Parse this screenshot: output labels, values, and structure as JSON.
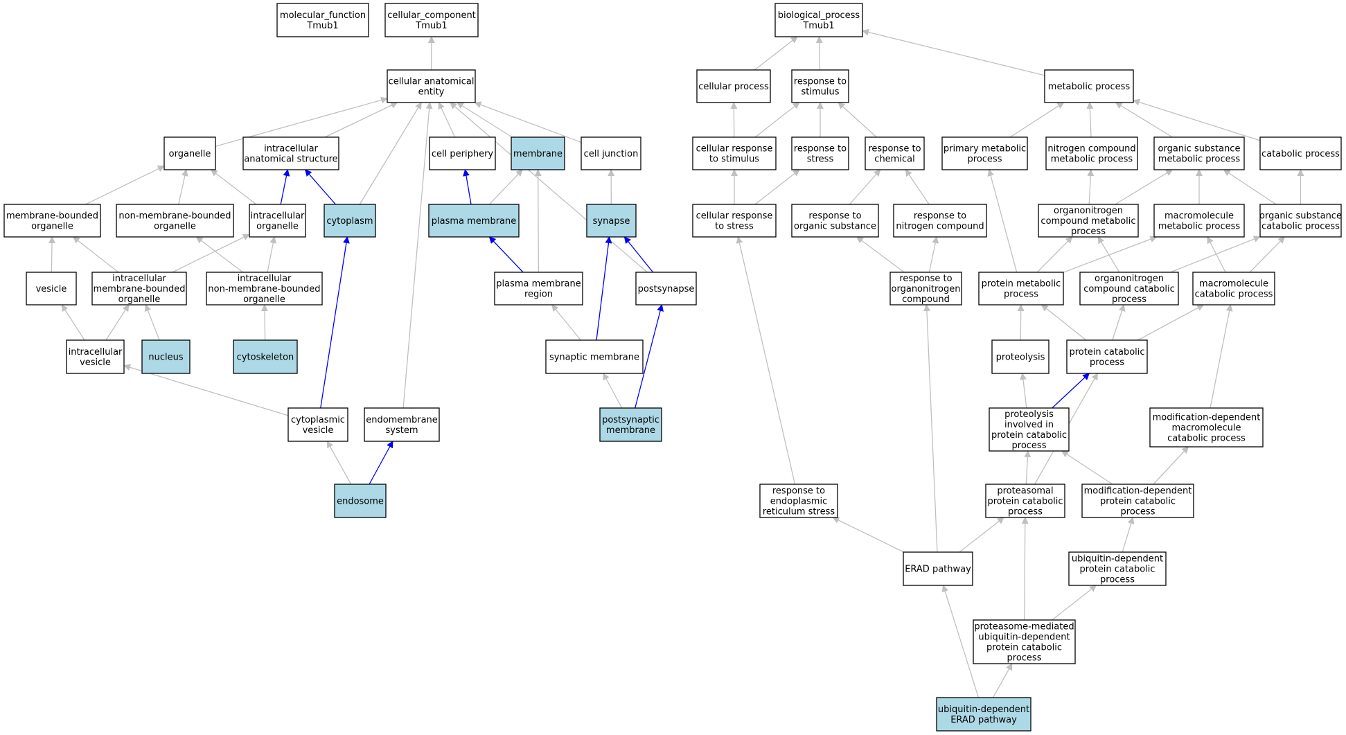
{
  "colors": {
    "highlight_fill": "#add8e6",
    "default_fill": "#ffffff",
    "edge_gray": "#c0c0c0",
    "edge_blue": "#0000ff",
    "border": "#000000"
  },
  "nodes": [
    {
      "id": "mf",
      "lines": [
        "molecular_function",
        "Tmub1"
      ],
      "highlight": false
    },
    {
      "id": "cc",
      "lines": [
        "cellular_component",
        "Tmub1"
      ],
      "highlight": false
    },
    {
      "id": "bp",
      "lines": [
        "biological_process",
        "Tmub1"
      ],
      "highlight": false
    },
    {
      "id": "cae",
      "lines": [
        "cellular anatomical",
        "entity"
      ],
      "highlight": false
    },
    {
      "id": "organelle",
      "lines": [
        "organelle"
      ],
      "highlight": false
    },
    {
      "id": "ias",
      "lines": [
        "intracellular",
        "anatomical structure"
      ],
      "highlight": false
    },
    {
      "id": "cellper",
      "lines": [
        "cell periphery"
      ],
      "highlight": false
    },
    {
      "id": "membrane",
      "lines": [
        "membrane"
      ],
      "highlight": true
    },
    {
      "id": "celljunc",
      "lines": [
        "cell junction"
      ],
      "highlight": false
    },
    {
      "id": "mbo",
      "lines": [
        "membrane-bounded",
        "organelle"
      ],
      "highlight": false
    },
    {
      "id": "nmbo",
      "lines": [
        "non-membrane-bounded",
        "organelle"
      ],
      "highlight": false
    },
    {
      "id": "io",
      "lines": [
        "intracellular",
        "organelle"
      ],
      "highlight": false
    },
    {
      "id": "cytoplasm",
      "lines": [
        "cytoplasm"
      ],
      "highlight": true
    },
    {
      "id": "pm",
      "lines": [
        "plasma membrane"
      ],
      "highlight": true
    },
    {
      "id": "synapse",
      "lines": [
        "synapse"
      ],
      "highlight": true
    },
    {
      "id": "vesicle",
      "lines": [
        "vesicle"
      ],
      "highlight": false
    },
    {
      "id": "imbo",
      "lines": [
        "intracellular",
        "membrane-bounded",
        "organelle"
      ],
      "highlight": false
    },
    {
      "id": "inmbo",
      "lines": [
        "intracellular",
        "non-membrane-bounded",
        "organelle"
      ],
      "highlight": false
    },
    {
      "id": "pmr",
      "lines": [
        "plasma membrane",
        "region"
      ],
      "highlight": false
    },
    {
      "id": "postsyn",
      "lines": [
        "postsynapse"
      ],
      "highlight": false
    },
    {
      "id": "iv",
      "lines": [
        "intracellular",
        "vesicle"
      ],
      "highlight": false
    },
    {
      "id": "nucleus",
      "lines": [
        "nucleus"
      ],
      "highlight": true
    },
    {
      "id": "cytoskel",
      "lines": [
        "cytoskeleton"
      ],
      "highlight": true
    },
    {
      "id": "synmem",
      "lines": [
        "synaptic membrane"
      ],
      "highlight": false
    },
    {
      "id": "cytves",
      "lines": [
        "cytoplasmic",
        "vesicle"
      ],
      "highlight": false
    },
    {
      "id": "endomem",
      "lines": [
        "endomembrane",
        "system"
      ],
      "highlight": false
    },
    {
      "id": "psm",
      "lines": [
        "postsynaptic",
        "membrane"
      ],
      "highlight": true
    },
    {
      "id": "endosome",
      "lines": [
        "endosome"
      ],
      "highlight": true
    },
    {
      "id": "cellproc",
      "lines": [
        "cellular process"
      ],
      "highlight": false
    },
    {
      "id": "rts",
      "lines": [
        "response to",
        "stimulus"
      ],
      "highlight": false
    },
    {
      "id": "metproc",
      "lines": [
        "metabolic process"
      ],
      "highlight": false
    },
    {
      "id": "crs",
      "lines": [
        "cellular response",
        "to stimulus"
      ],
      "highlight": false
    },
    {
      "id": "rtstress",
      "lines": [
        "response to",
        "stress"
      ],
      "highlight": false
    },
    {
      "id": "rtchem",
      "lines": [
        "response to",
        "chemical"
      ],
      "highlight": false
    },
    {
      "id": "primmet",
      "lines": [
        "primary metabolic",
        "process"
      ],
      "highlight": false
    },
    {
      "id": "nitmet",
      "lines": [
        "nitrogen compound",
        "metabolic process"
      ],
      "highlight": false
    },
    {
      "id": "orgsubmet",
      "lines": [
        "organic substance",
        "metabolic process"
      ],
      "highlight": false
    },
    {
      "id": "catproc",
      "lines": [
        "catabolic process"
      ],
      "highlight": false
    },
    {
      "id": "crstress",
      "lines": [
        "cellular response",
        "to stress"
      ],
      "highlight": false
    },
    {
      "id": "rtos",
      "lines": [
        "response to",
        "organic substance"
      ],
      "highlight": false
    },
    {
      "id": "rtnc",
      "lines": [
        "response to",
        "nitrogen compound"
      ],
      "highlight": false
    },
    {
      "id": "onmet",
      "lines": [
        "organonitrogen",
        "compound metabolic",
        "process"
      ],
      "highlight": false
    },
    {
      "id": "macmet",
      "lines": [
        "macromolecule",
        "metabolic process"
      ],
      "highlight": false
    },
    {
      "id": "oscat",
      "lines": [
        "organic substance",
        "catabolic process"
      ],
      "highlight": false
    },
    {
      "id": "rtonc",
      "lines": [
        "response to",
        "organonitrogen",
        "compound"
      ],
      "highlight": false
    },
    {
      "id": "protmet",
      "lines": [
        "protein metabolic",
        "process"
      ],
      "highlight": false
    },
    {
      "id": "oncat",
      "lines": [
        "organonitrogen",
        "compound catabolic",
        "process"
      ],
      "highlight": false
    },
    {
      "id": "maccat",
      "lines": [
        "macromolecule",
        "catabolic process"
      ],
      "highlight": false
    },
    {
      "id": "proteolysis",
      "lines": [
        "proteolysis"
      ],
      "highlight": false
    },
    {
      "id": "protcat",
      "lines": [
        "protein catabolic",
        "process"
      ],
      "highlight": false
    },
    {
      "id": "pipcp",
      "lines": [
        "proteolysis",
        "involved in",
        "protein catabolic",
        "process"
      ],
      "highlight": false
    },
    {
      "id": "mdmcp",
      "lines": [
        "modification-dependent",
        "macromolecule",
        "catabolic process"
      ],
      "highlight": false
    },
    {
      "id": "rters",
      "lines": [
        "response to",
        "endoplasmic",
        "reticulum stress"
      ],
      "highlight": false
    },
    {
      "id": "ppcp",
      "lines": [
        "proteasomal",
        "protein catabolic",
        "process"
      ],
      "highlight": false
    },
    {
      "id": "mdpcp",
      "lines": [
        "modification-dependent",
        "protein catabolic",
        "process"
      ],
      "highlight": false
    },
    {
      "id": "erad",
      "lines": [
        "ERAD pathway"
      ],
      "highlight": false
    },
    {
      "id": "udpcp",
      "lines": [
        "ubiquitin-dependent",
        "protein catabolic",
        "process"
      ],
      "highlight": false
    },
    {
      "id": "pmudpcp",
      "lines": [
        "proteasome-mediated",
        "ubiquitin-dependent",
        "protein catabolic",
        "process"
      ],
      "highlight": false
    },
    {
      "id": "uderad",
      "lines": [
        "ubiquitin-dependent",
        "ERAD pathway"
      ],
      "highlight": true
    }
  ],
  "edges": [
    {
      "from": "cae",
      "to": "cc",
      "color": "gray"
    },
    {
      "from": "organelle",
      "to": "cae",
      "color": "gray"
    },
    {
      "from": "ias",
      "to": "cae",
      "color": "gray"
    },
    {
      "from": "cytoplasm",
      "to": "cae",
      "color": "gray"
    },
    {
      "from": "endomem",
      "to": "cae",
      "color": "gray"
    },
    {
      "from": "cellper",
      "to": "cae",
      "color": "gray"
    },
    {
      "from": "membrane",
      "to": "cae",
      "color": "gray"
    },
    {
      "from": "celljunc",
      "to": "cae",
      "color": "gray"
    },
    {
      "from": "postsyn",
      "to": "cae",
      "color": "gray"
    },
    {
      "from": "mbo",
      "to": "organelle",
      "color": "gray"
    },
    {
      "from": "nmbo",
      "to": "organelle",
      "color": "gray"
    },
    {
      "from": "io",
      "to": "organelle",
      "color": "gray"
    },
    {
      "from": "io",
      "to": "ias",
      "color": "blue"
    },
    {
      "from": "cytoplasm",
      "to": "ias",
      "color": "blue"
    },
    {
      "from": "pm",
      "to": "cellper",
      "color": "blue"
    },
    {
      "from": "pm",
      "to": "membrane",
      "color": "gray"
    },
    {
      "from": "pmr",
      "to": "membrane",
      "color": "gray"
    },
    {
      "from": "synapse",
      "to": "celljunc",
      "color": "gray"
    },
    {
      "from": "vesicle",
      "to": "mbo",
      "color": "gray"
    },
    {
      "from": "imbo",
      "to": "mbo",
      "color": "gray"
    },
    {
      "from": "imbo",
      "to": "io",
      "color": "gray"
    },
    {
      "from": "inmbo",
      "to": "nmbo",
      "color": "gray"
    },
    {
      "from": "inmbo",
      "to": "io",
      "color": "gray"
    },
    {
      "from": "iv",
      "to": "vesicle",
      "color": "gray"
    },
    {
      "from": "iv",
      "to": "imbo",
      "color": "gray"
    },
    {
      "from": "nucleus",
      "to": "imbo",
      "color": "gray"
    },
    {
      "from": "cytoskel",
      "to": "inmbo",
      "color": "gray"
    },
    {
      "from": "cytves",
      "to": "iv",
      "color": "gray"
    },
    {
      "from": "cytves",
      "to": "cytoplasm",
      "color": "blue"
    },
    {
      "from": "endosome",
      "to": "cytves",
      "color": "gray"
    },
    {
      "from": "endosome",
      "to": "endomem",
      "color": "blue"
    },
    {
      "from": "pmr",
      "to": "pm",
      "color": "blue"
    },
    {
      "from": "synmem",
      "to": "pmr",
      "color": "gray"
    },
    {
      "from": "synmem",
      "to": "synapse",
      "color": "blue"
    },
    {
      "from": "postsyn",
      "to": "synapse",
      "color": "blue"
    },
    {
      "from": "psm",
      "to": "synmem",
      "color": "gray"
    },
    {
      "from": "psm",
      "to": "postsyn",
      "color": "blue"
    },
    {
      "from": "cellproc",
      "to": "bp",
      "color": "gray"
    },
    {
      "from": "rts",
      "to": "bp",
      "color": "gray"
    },
    {
      "from": "metproc",
      "to": "bp",
      "color": "gray"
    },
    {
      "from": "crs",
      "to": "cellproc",
      "color": "gray"
    },
    {
      "from": "crs",
      "to": "rts",
      "color": "gray"
    },
    {
      "from": "rtstress",
      "to": "rts",
      "color": "gray"
    },
    {
      "from": "rtchem",
      "to": "rts",
      "color": "gray"
    },
    {
      "from": "primmet",
      "to": "metproc",
      "color": "gray"
    },
    {
      "from": "nitmet",
      "to": "metproc",
      "color": "gray"
    },
    {
      "from": "orgsubmet",
      "to": "metproc",
      "color": "gray"
    },
    {
      "from": "catproc",
      "to": "metproc",
      "color": "gray"
    },
    {
      "from": "crstress",
      "to": "crs",
      "color": "gray"
    },
    {
      "from": "crstress",
      "to": "rtstress",
      "color": "gray"
    },
    {
      "from": "rtos",
      "to": "rtchem",
      "color": "gray"
    },
    {
      "from": "rtnc",
      "to": "rtchem",
      "color": "gray"
    },
    {
      "from": "onmet",
      "to": "nitmet",
      "color": "gray"
    },
    {
      "from": "onmet",
      "to": "orgsubmet",
      "color": "gray"
    },
    {
      "from": "macmet",
      "to": "orgsubmet",
      "color": "gray"
    },
    {
      "from": "oscat",
      "to": "orgsubmet",
      "color": "gray"
    },
    {
      "from": "oscat",
      "to": "catproc",
      "color": "gray"
    },
    {
      "from": "rtonc",
      "to": "rtos",
      "color": "gray"
    },
    {
      "from": "rtonc",
      "to": "rtnc",
      "color": "gray"
    },
    {
      "from": "protmet",
      "to": "primmet",
      "color": "gray"
    },
    {
      "from": "protmet",
      "to": "onmet",
      "color": "gray"
    },
    {
      "from": "protmet",
      "to": "macmet",
      "color": "gray"
    },
    {
      "from": "oncat",
      "to": "onmet",
      "color": "gray"
    },
    {
      "from": "oncat",
      "to": "oscat",
      "color": "gray"
    },
    {
      "from": "maccat",
      "to": "macmet",
      "color": "gray"
    },
    {
      "from": "maccat",
      "to": "oscat",
      "color": "gray"
    },
    {
      "from": "proteolysis",
      "to": "protmet",
      "color": "gray"
    },
    {
      "from": "protcat",
      "to": "protmet",
      "color": "gray"
    },
    {
      "from": "protcat",
      "to": "oncat",
      "color": "gray"
    },
    {
      "from": "protcat",
      "to": "maccat",
      "color": "gray"
    },
    {
      "from": "pipcp",
      "to": "proteolysis",
      "color": "gray"
    },
    {
      "from": "pipcp",
      "to": "protcat",
      "color": "blue"
    },
    {
      "from": "mdmcp",
      "to": "maccat",
      "color": "gray"
    },
    {
      "from": "rters",
      "to": "crstress",
      "color": "gray"
    },
    {
      "from": "ppcp",
      "to": "pipcp",
      "color": "gray"
    },
    {
      "from": "ppcp",
      "to": "protcat",
      "color": "gray"
    },
    {
      "from": "mdpcp",
      "to": "pipcp",
      "color": "gray"
    },
    {
      "from": "mdpcp",
      "to": "mdmcp",
      "color": "gray"
    },
    {
      "from": "erad",
      "to": "rters",
      "color": "gray"
    },
    {
      "from": "erad",
      "to": "ppcp",
      "color": "gray"
    },
    {
      "from": "erad",
      "to": "rtonc",
      "color": "gray"
    },
    {
      "from": "udpcp",
      "to": "mdpcp",
      "color": "gray"
    },
    {
      "from": "pmudpcp",
      "to": "ppcp",
      "color": "gray"
    },
    {
      "from": "pmudpcp",
      "to": "udpcp",
      "color": "gray"
    },
    {
      "from": "uderad",
      "to": "erad",
      "color": "gray"
    },
    {
      "from": "uderad",
      "to": "pmudpcp",
      "color": "gray"
    }
  ]
}
